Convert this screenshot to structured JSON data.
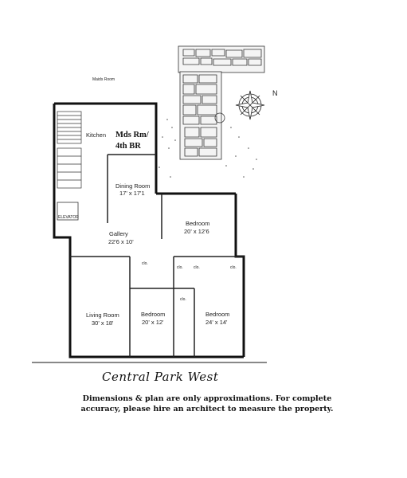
{
  "labels": {
    "top_note": "Maids Room",
    "north": "N",
    "kitchen": "Kitchen",
    "mds_rm_line1": "Mds Rm/",
    "mds_rm_line2": "4th BR",
    "dining_name": "Dining Room",
    "dining_dim": "17' x 17'1",
    "bedroom1_name": "Bedroom",
    "bedroom1_dim": "20' x 12'6",
    "gallery_name": "Gallery",
    "gallery_dim": "22'6 x 10'",
    "living_name": "Living Room",
    "living_dim": "30' x 18'",
    "bedroom2_name": "Bedroom",
    "bedroom2_dim": "20' x 12'",
    "bedroom3_name": "Bedroom",
    "bedroom3_dim": "24' x 14'",
    "closet": "clo.",
    "elevator": "ELEVATOR",
    "street": "Central Park West"
  },
  "disclaimer": {
    "line1": "Dimensions & plan are only approximations. For complete",
    "line2": "accuracy, please hire an architect to measure the property."
  }
}
